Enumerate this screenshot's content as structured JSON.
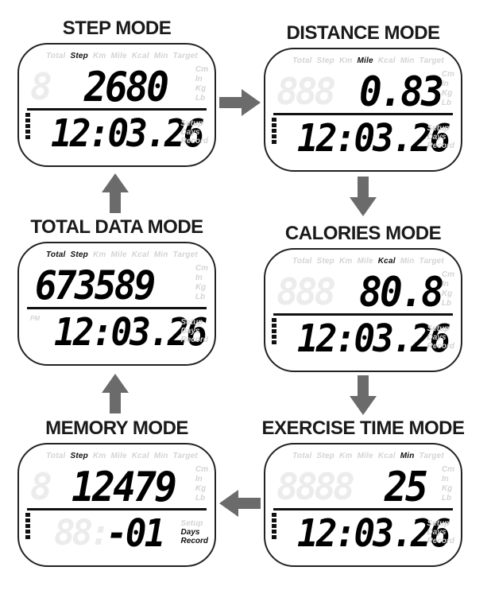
{
  "panels": {
    "step": {
      "title": "STEP MODE",
      "labels": [
        "Total",
        "Step",
        "Km",
        "Mile",
        "Kcal",
        "Min",
        "Target"
      ],
      "active_label": "Step",
      "main_value": "2680",
      "time_value": "12:03.26"
    },
    "distance": {
      "title": "DISTANCE MODE",
      "labels": [
        "Total",
        "Step",
        "Km",
        "Mile",
        "Kcal",
        "Min",
        "Target"
      ],
      "active_label": "Mile",
      "main_value": "0.83",
      "time_value": "12:03.26"
    },
    "total": {
      "title": "TOTAL DATA MODE",
      "labels": [
        "Total",
        "Step",
        "Km",
        "Mile",
        "Kcal",
        "Min",
        "Target"
      ],
      "active_labels": [
        "Total",
        "Step"
      ],
      "main_value": "673589",
      "time_value": "12:03.26"
    },
    "calories": {
      "title": "CALORIES MODE",
      "labels": [
        "Total",
        "Step",
        "Km",
        "Mile",
        "Kcal",
        "Min",
        "Target"
      ],
      "active_label": "Kcal",
      "main_value": "80.8",
      "time_value": "12:03.26"
    },
    "memory": {
      "title": "MEMORY MODE",
      "labels": [
        "Total",
        "Step",
        "Km",
        "Mile",
        "Kcal",
        "Min",
        "Target"
      ],
      "active_label": "Step",
      "main_value": "12479",
      "time_value": "-01",
      "bottom_label_days": "Days",
      "bottom_label_record": "Record"
    },
    "exercise": {
      "title": "EXERCISE TIME MODE",
      "labels": [
        "Total",
        "Step",
        "Km",
        "Mile",
        "Kcal",
        "Min",
        "Target"
      ],
      "active_label": "Min",
      "main_value": "25",
      "time_value": "12:03.26"
    }
  },
  "side_units": [
    "Cm",
    "In",
    "Kg",
    "Lb"
  ],
  "side_units_bottom": [
    "Setup",
    "Days",
    "Record"
  ],
  "arrow_color": "#6b6b6b"
}
